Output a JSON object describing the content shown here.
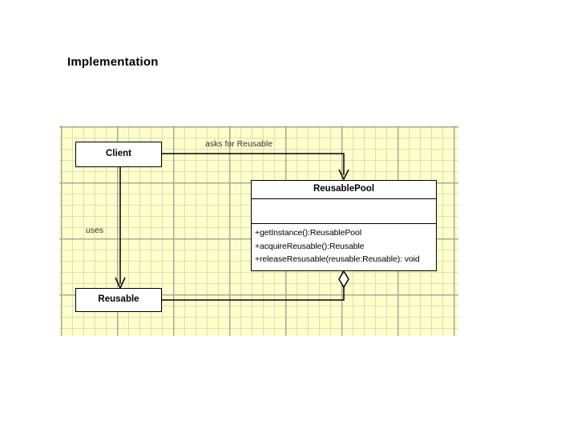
{
  "slide": {
    "title": "Implementation"
  },
  "diagram": {
    "type": "uml-class-diagram",
    "canvas": {
      "background_color": "#ffffcc",
      "minor_grid_color": "#ddddb5",
      "major_grid_color": "#a9a99b"
    },
    "classes": [
      {
        "id": "client",
        "name": "Client",
        "attributes": [],
        "operations": []
      },
      {
        "id": "reusablepool",
        "name": "ReusablePool",
        "attributes": [],
        "operations": [
          {
            "text": "+getInstance():ReusablePool",
            "static": true
          },
          {
            "text": "+acquireReusable():Reusable",
            "static": false
          },
          {
            "text": "+releaseResusable(reusable:Reusable): void",
            "static": false
          }
        ]
      },
      {
        "id": "reusable",
        "name": "Reusable",
        "attributes": [],
        "operations": []
      }
    ],
    "connectors": [
      {
        "id": "client-to-reusablepool",
        "from": "client",
        "to": "reusablepool",
        "kind": "dependency-arrow",
        "label": "asks for Reusable"
      },
      {
        "id": "client-to-reusable",
        "from": "client",
        "to": "reusable",
        "kind": "dependency-arrow",
        "label": "uses"
      },
      {
        "id": "reusablepool-to-reusable",
        "from": "reusablepool",
        "to": "reusable",
        "kind": "aggregation-diamond",
        "label": ""
      }
    ]
  }
}
